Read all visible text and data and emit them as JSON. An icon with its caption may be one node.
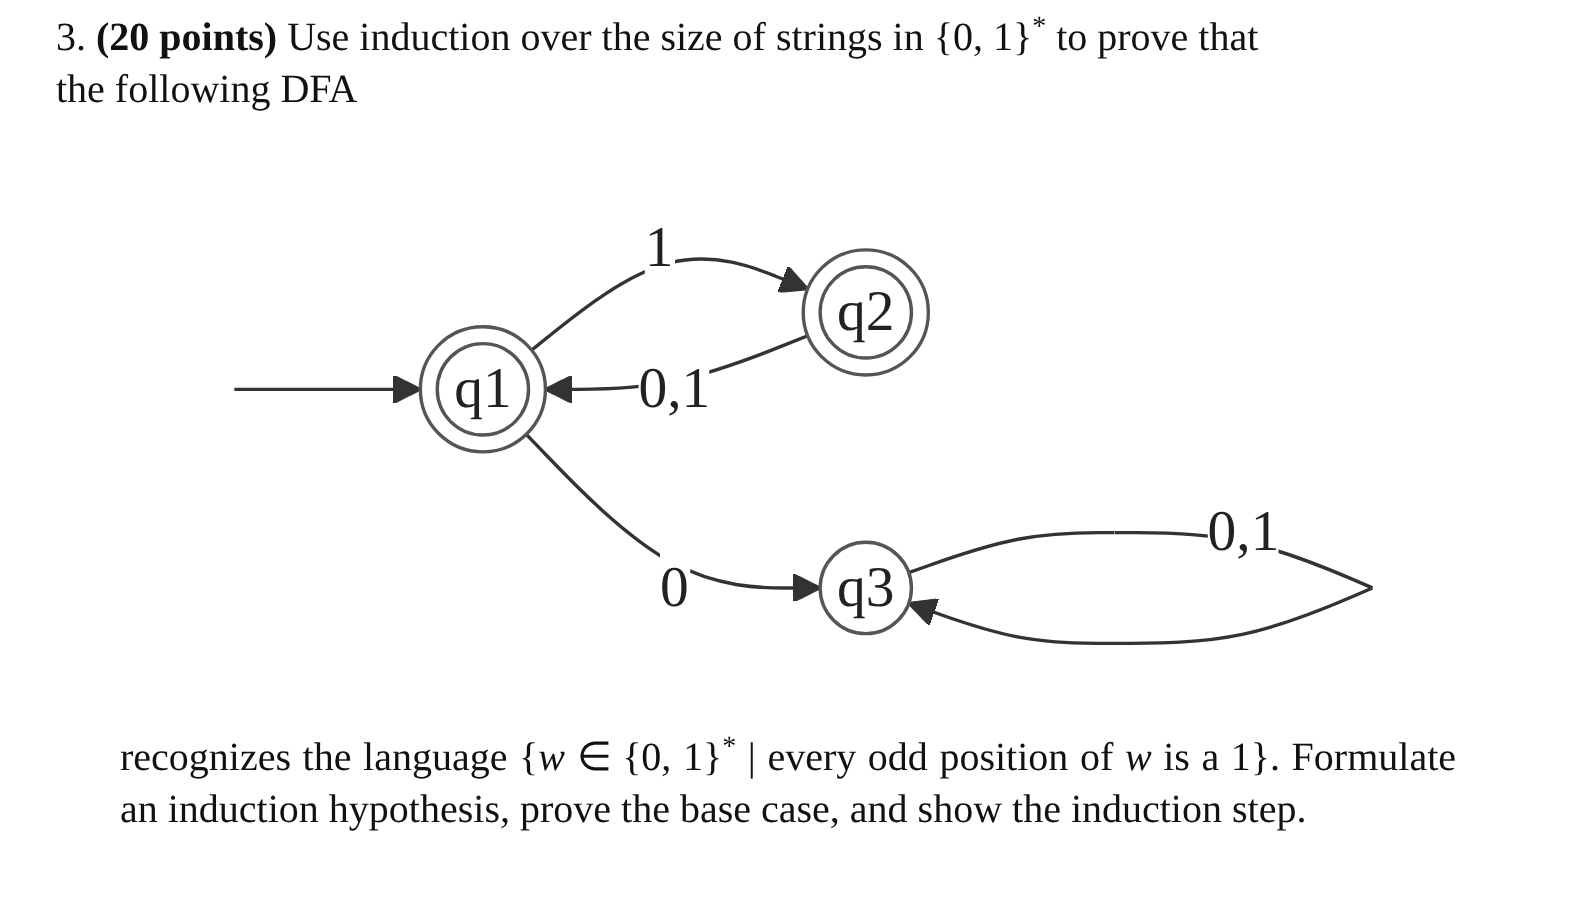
{
  "diagram": {
    "nodes": [
      {
        "text": [
          "q1"
        ]
      },
      {
        "text": [
          "q2"
        ]
      },
      {
        "text": [
          "q3"
        ]
      }
    ],
    "edges": [
      {
        "from": null,
        "to": 0,
        "arrow": "to"
      },
      {
        "from": 0,
        "to": 1,
        "arrow": "to",
        "label": "1"
      },
      {
        "from": 1,
        "to": 0,
        "arrow": "to",
        "label": "0,1"
      },
      {
        "from": 0,
        "to": 2,
        "arrow": "to",
        "label": "0"
      },
      {
        "from": 2,
        "to": 2,
        "arrow": "to",
        "label": "0,1"
      }
    ],
    "labels": [
      "3. **(20 points)** Use induction over the size of strings in {0, 1}$^{*}$ to prove that the following DFA",
      "recognizes the language {*w* ∈ {0, 1}$^{*}$ | every odd position of *w* is a 1}. Formulate an induction hypothesis, prove the base case, and show the induction step."
    ]
  }
}
